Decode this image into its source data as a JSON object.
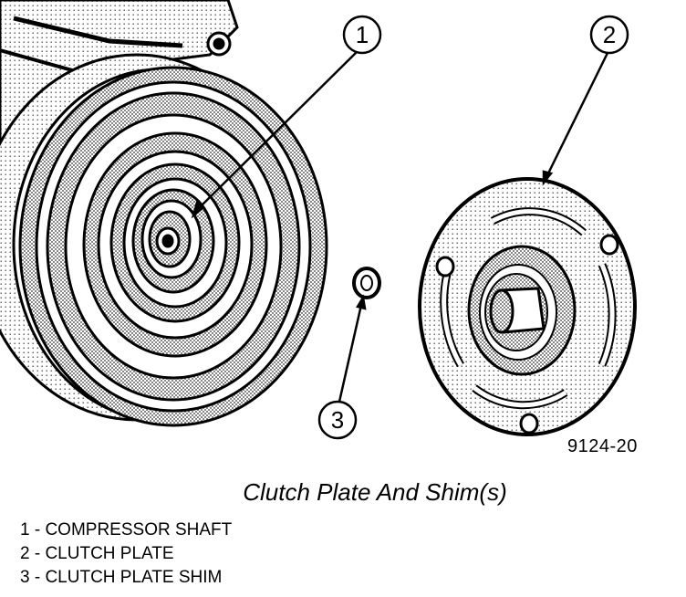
{
  "figure_id": "9124-20",
  "caption": "Clutch Plate And Shim(s)",
  "callouts": [
    {
      "number": "1",
      "label": "COMPRESSOR SHAFT"
    },
    {
      "number": "2",
      "label": "CLUTCH PLATE"
    },
    {
      "number": "3",
      "label": "CLUTCH PLATE SHIM"
    }
  ],
  "legend": [
    "1 - COMPRESSOR SHAFT",
    "2 - CLUTCH PLATE",
    "3 - CLUTCH PLATE SHIM"
  ]
}
